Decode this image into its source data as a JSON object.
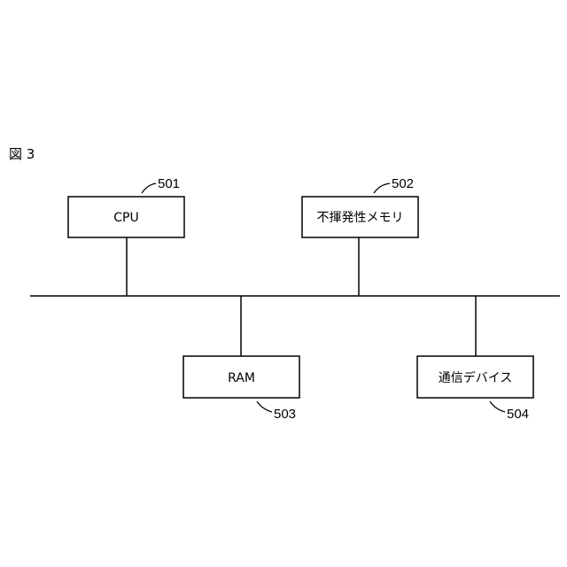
{
  "figure": {
    "label": "図 3"
  },
  "blocks": {
    "cpu": {
      "label": "CPU",
      "ref": "501"
    },
    "nonvolatile_memory": {
      "label": "不揮発性メモリ",
      "ref": "502"
    },
    "ram": {
      "label": "RAM",
      "ref": "503"
    },
    "communication_device": {
      "label": "通信デバイス",
      "ref": "504"
    }
  }
}
